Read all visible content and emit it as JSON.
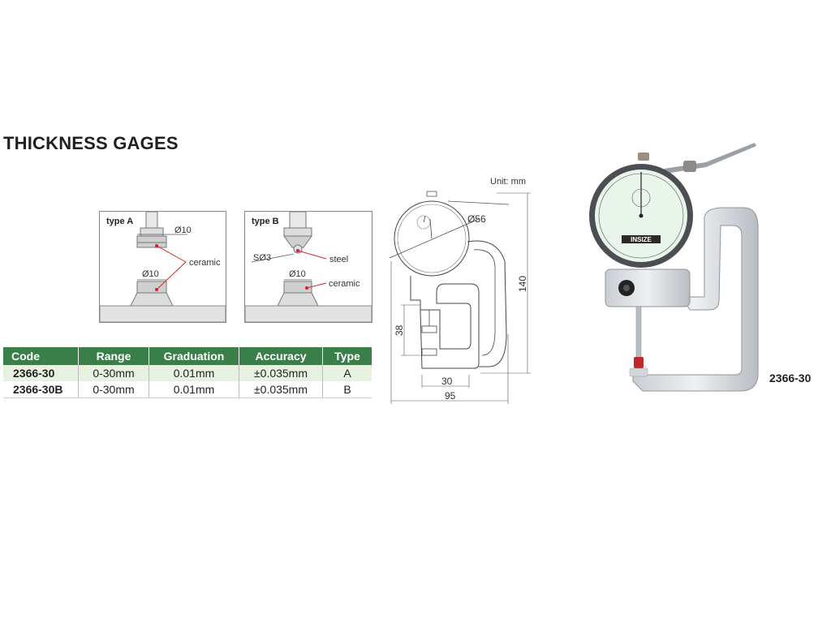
{
  "title": "THICKNESS GAGES",
  "unit_label": "Unit: mm",
  "type_a": {
    "label": "type A",
    "top_dim": "Ø10",
    "bottom_dim": "Ø10",
    "material": "ceramic"
  },
  "type_b": {
    "label": "type B",
    "tip_dim": "SØ3",
    "tip_material": "steel",
    "bottom_dim": "Ø10",
    "anvil_material": "ceramic"
  },
  "drawing": {
    "dial_dim": "Ø56",
    "height_dim": "140",
    "depth_dim": "38",
    "throat_dim": "30",
    "width_dim": "95"
  },
  "table": {
    "headers": [
      "Code",
      "Range",
      "Graduation",
      "Accuracy",
      "Type"
    ],
    "rows": [
      [
        "2366-30",
        "0-30mm",
        "0.01mm",
        "±0.035mm",
        "A"
      ],
      [
        "2366-30B",
        "0-30mm",
        "0.01mm",
        "±0.035mm",
        "B"
      ]
    ]
  },
  "product_caption": "2366-30",
  "brand": "INSIZE",
  "colors": {
    "table_header": "#3a7f4a",
    "row_highlight": "#e6f1df",
    "leader_red": "#d4232b",
    "dial_face": "#e9f5ea"
  }
}
